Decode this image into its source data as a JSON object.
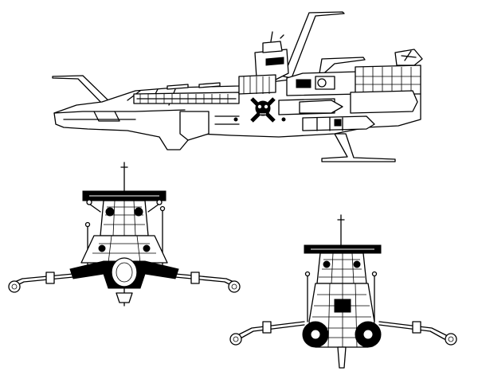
{
  "drawing": {
    "views": [
      {
        "id": "side",
        "icon": "battleship-side-view-icon"
      },
      {
        "id": "front",
        "icon": "battleship-front-view-icon"
      },
      {
        "id": "rear",
        "icon": "battleship-rear-view-icon"
      }
    ],
    "emblem": "skull-and-crossbones-icon",
    "colors": {
      "line": "#000000",
      "background": "#ffffff"
    }
  }
}
